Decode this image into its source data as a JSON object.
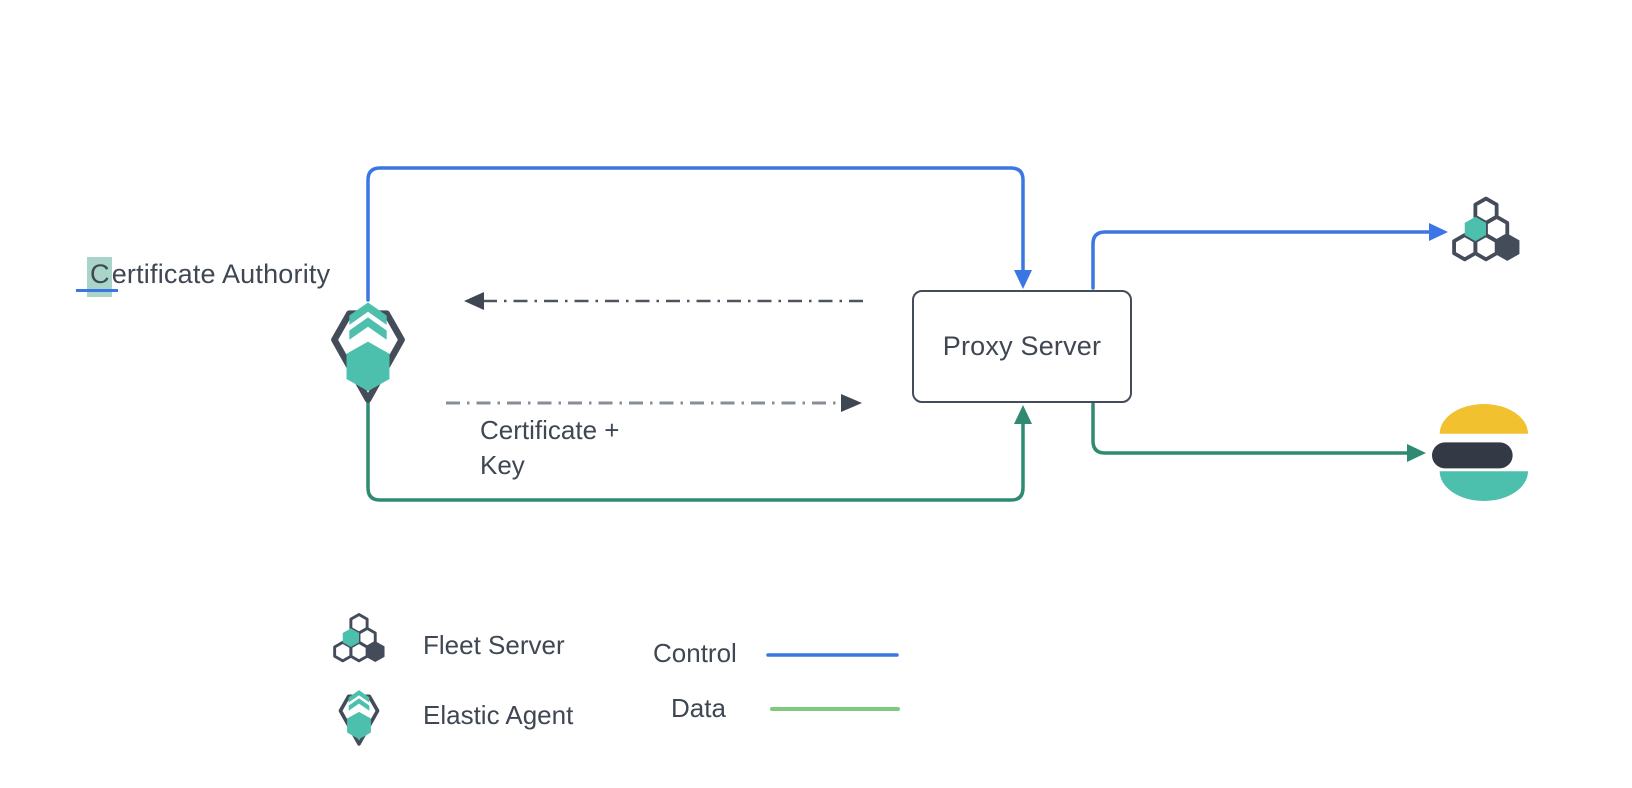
{
  "nodes": {
    "certificate_authority": {
      "selected_char": "C",
      "rest_text": "ertificate Authority"
    },
    "proxy_server": {
      "label": "Proxy Server"
    },
    "elastic_agent": {
      "icon": "elastic-agent-icon"
    },
    "fleet_server": {
      "icon": "fleet-server-icon"
    },
    "elasticsearch": {
      "icon": "elasticsearch-icon"
    }
  },
  "annotations": {
    "certificate_key": {
      "line1": "Certificate +",
      "line2": "Key"
    }
  },
  "legend": {
    "items": [
      {
        "icon": "fleet-server-icon",
        "label": "Fleet Server"
      },
      {
        "icon": "elastic-agent-icon",
        "label": "Elastic Agent"
      }
    ],
    "line_types": [
      {
        "label": "Control",
        "color": "#3b76e4"
      },
      {
        "label": "Data",
        "color": "#7ec97d"
      }
    ]
  },
  "colors": {
    "control_blue": "#3b76e4",
    "data_green_diagram": "#2e8b72",
    "data_green_legend": "#7ec97d",
    "teal": "#4cbfad",
    "dark_slate": "#454c59",
    "text": "#3f4753",
    "elasticsearch_yellow": "#f1c12f",
    "elasticsearch_dark": "#333945",
    "dash_dark": "#4d545e",
    "dash_light": "#878e96",
    "selection_highlight": "#a9d4c8"
  }
}
